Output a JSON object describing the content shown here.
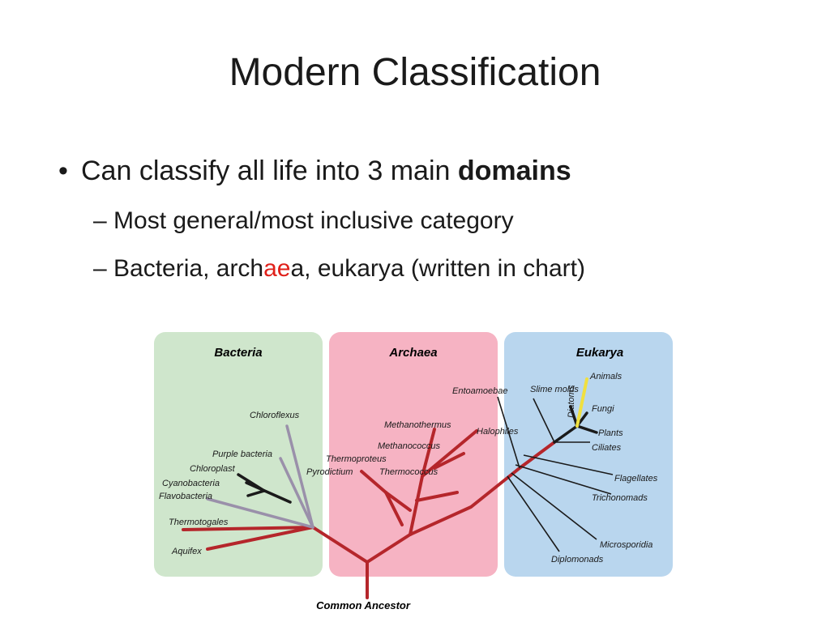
{
  "slide": {
    "title": "Modern Classification",
    "bullet": {
      "marker": "•",
      "text_before": "Can classify all life into 3 main ",
      "text_bold": "domains"
    },
    "sub_bullets": [
      {
        "dash": "–",
        "text": "Most general/most inclusive category"
      },
      {
        "dash": "–",
        "parts": [
          "Bacteria, arch",
          "ae",
          "a, eukarya (written in chart)"
        ]
      }
    ]
  },
  "diagram": {
    "domains": [
      {
        "label": "Bacteria",
        "color": "#cfe6cc"
      },
      {
        "label": "Archaea",
        "color": "#f6b3c3"
      },
      {
        "label": "Eukarya",
        "color": "#b9d6ee"
      }
    ],
    "root_label": "Common Ancestor",
    "bacteria_taxa": [
      "Chloroflexus",
      "Purple bacteria",
      "Chloroplast",
      "Cyanobacteria",
      "Flavobacteria",
      "Thermotogales",
      "Aquifex"
    ],
    "archaea_taxa": [
      "Methanothermus",
      "Methanococcus",
      "Thermoproteus",
      "Pyrodictium",
      "Thermococcus",
      "Halophiles"
    ],
    "eukarya_taxa": [
      "Entoamoebae",
      "Slime molds",
      "Diatoms",
      "Animals",
      "Fungi",
      "Plants",
      "Ciliates",
      "Flagellates",
      "Trichonomads",
      "Microsporidia",
      "Diplomonads"
    ],
    "branch_colors": {
      "red": "#b5262b",
      "purple": "#9a90aa",
      "black": "#1a1a1a",
      "yellow": "#f0e040"
    }
  }
}
